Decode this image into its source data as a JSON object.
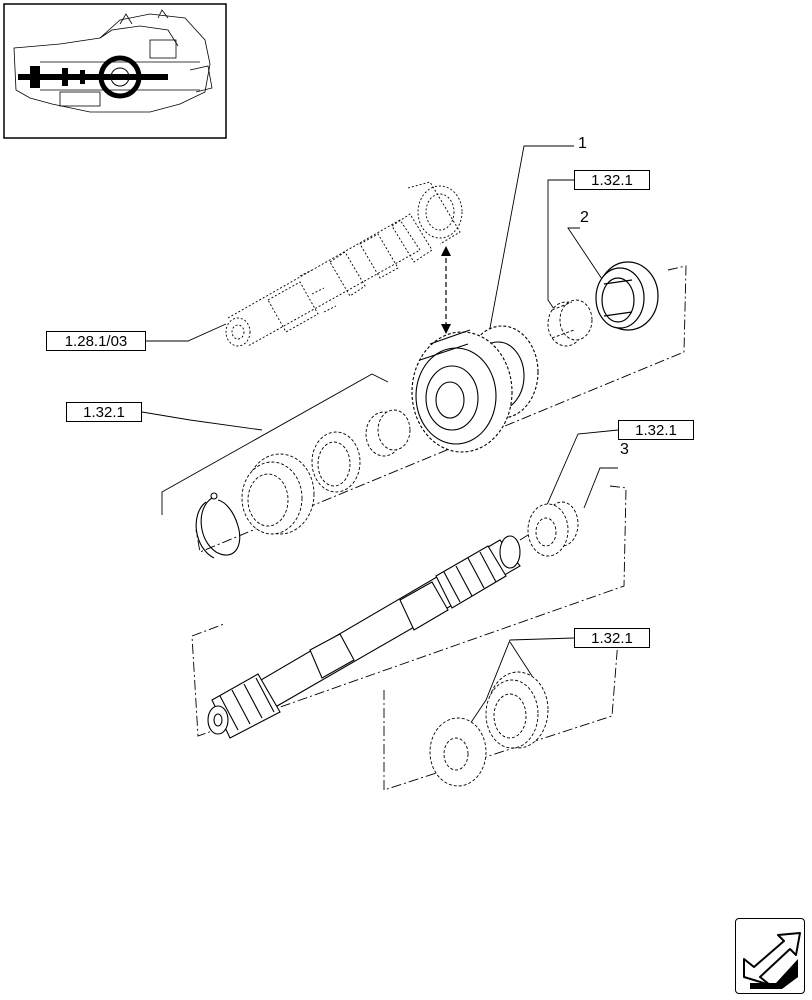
{
  "diagram": {
    "reference_labels": {
      "top": "1.32.1",
      "left_shaft": "1.28.1/03",
      "left_bearing": "1.32.1",
      "mid": "1.32.1",
      "bottom": "1.32.1"
    },
    "callouts": {
      "one": "1",
      "two": "2",
      "three": "3"
    }
  },
  "icons": {
    "thumbnail": "tractor-transmission-thumbnail-icon",
    "next_page": "next-page-arrow-icon"
  }
}
